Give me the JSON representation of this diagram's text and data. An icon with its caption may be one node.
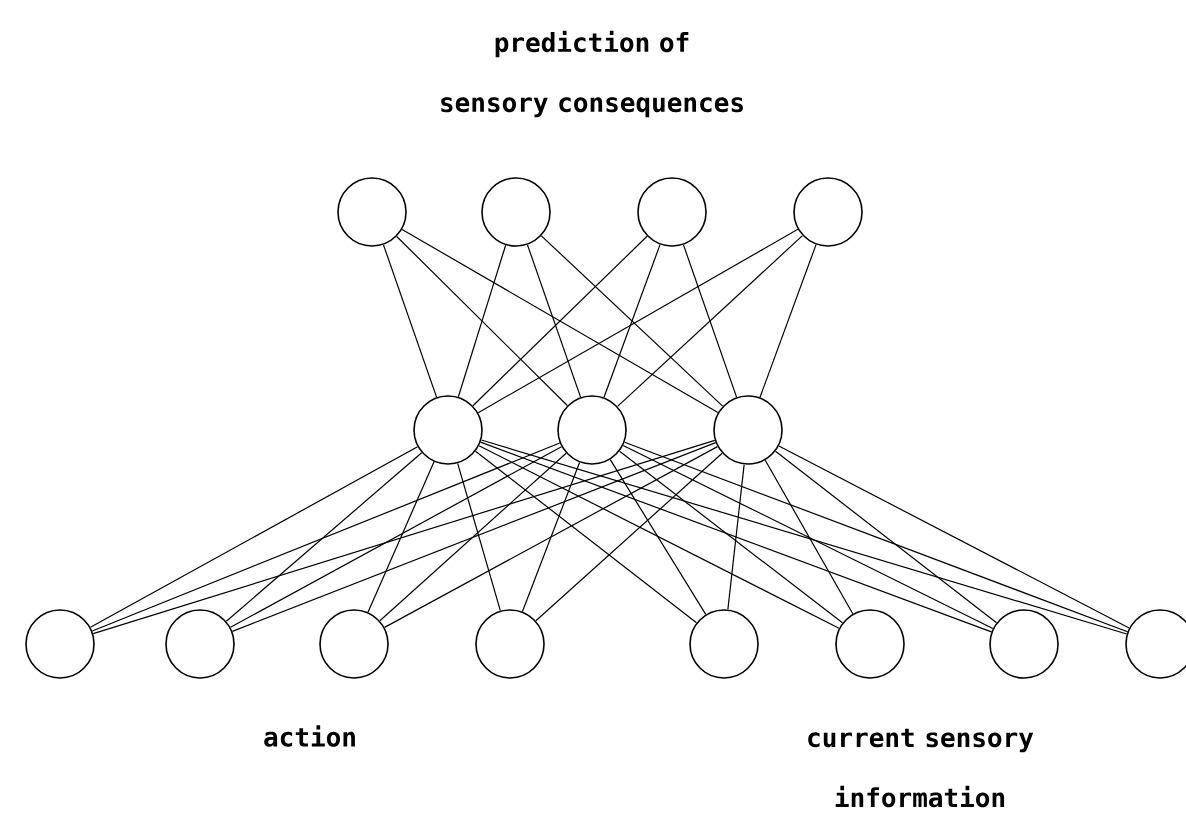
{
  "diagram": {
    "nodes": [
      {
        "text": [],
        "shape": "circle"
      },
      {
        "text": [],
        "shape": "circle"
      },
      {
        "text": [],
        "shape": "circle"
      },
      {
        "text": [],
        "shape": "circle"
      },
      {
        "text": [],
        "shape": "circle"
      },
      {
        "text": [],
        "shape": "circle"
      },
      {
        "text": [],
        "shape": "circle"
      },
      {
        "text": [],
        "shape": "circle"
      },
      {
        "text": [],
        "shape": "circle"
      },
      {
        "text": [],
        "shape": "circle"
      },
      {
        "text": [],
        "shape": "circle"
      },
      {
        "text": [],
        "shape": "circle"
      },
      {
        "text": [],
        "shape": "circle"
      },
      {
        "text": [],
        "shape": "circle"
      },
      {
        "text": [],
        "shape": "circle"
      }
    ],
    "edges": [
      {
        "from": 4,
        "to": 0,
        "arrow": "none"
      },
      {
        "from": 4,
        "to": 1,
        "arrow": "none"
      },
      {
        "from": 4,
        "to": 2,
        "arrow": "none"
      },
      {
        "from": 4,
        "to": 3,
        "arrow": "none"
      },
      {
        "from": 5,
        "to": 0,
        "arrow": "none"
      },
      {
        "from": 5,
        "to": 1,
        "arrow": "none"
      },
      {
        "from": 5,
        "to": 2,
        "arrow": "none"
      },
      {
        "from": 5,
        "to": 3,
        "arrow": "none"
      },
      {
        "from": 6,
        "to": 0,
        "arrow": "none"
      },
      {
        "from": 6,
        "to": 1,
        "arrow": "none"
      },
      {
        "from": 6,
        "to": 2,
        "arrow": "none"
      },
      {
        "from": 6,
        "to": 3,
        "arrow": "none"
      },
      {
        "from": 7,
        "to": 4,
        "arrow": "none"
      },
      {
        "from": 7,
        "to": 5,
        "arrow": "none"
      },
      {
        "from": 7,
        "to": 6,
        "arrow": "none"
      },
      {
        "from": 8,
        "to": 4,
        "arrow": "none"
      },
      {
        "from": 8,
        "to": 5,
        "arrow": "none"
      },
      {
        "from": 8,
        "to": 6,
        "arrow": "none"
      },
      {
        "from": 9,
        "to": 4,
        "arrow": "none"
      },
      {
        "from": 9,
        "to": 5,
        "arrow": "none"
      },
      {
        "from": 9,
        "to": 6,
        "arrow": "none"
      },
      {
        "from": 10,
        "to": 4,
        "arrow": "none"
      },
      {
        "from": 10,
        "to": 5,
        "arrow": "none"
      },
      {
        "from": 10,
        "to": 6,
        "arrow": "none"
      },
      {
        "from": 11,
        "to": 4,
        "arrow": "none"
      },
      {
        "from": 11,
        "to": 5,
        "arrow": "none"
      },
      {
        "from": 11,
        "to": 6,
        "arrow": "none"
      },
      {
        "from": 12,
        "to": 4,
        "arrow": "none"
      },
      {
        "from": 12,
        "to": 5,
        "arrow": "none"
      },
      {
        "from": 12,
        "to": 6,
        "arrow": "none"
      },
      {
        "from": 13,
        "to": 4,
        "arrow": "none"
      },
      {
        "from": 13,
        "to": 5,
        "arrow": "none"
      },
      {
        "from": 13,
        "to": 6,
        "arrow": "none"
      },
      {
        "from": 14,
        "to": 4,
        "arrow": "none"
      },
      {
        "from": 14,
        "to": 5,
        "arrow": "none"
      },
      {
        "from": 14,
        "to": 6,
        "arrow": "none"
      }
    ],
    "labels": [
      "prediction of sensory consequences",
      "action",
      "current sensory information"
    ]
  }
}
